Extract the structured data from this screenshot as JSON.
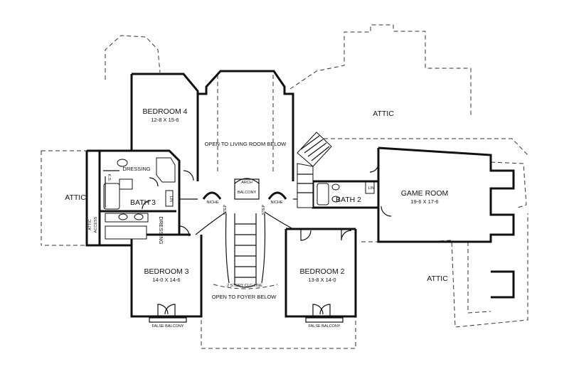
{
  "rooms": {
    "bedroom4": {
      "name": "BEDROOM 4",
      "size": "12-8 X 15-6"
    },
    "bedroom3": {
      "name": "BEDROOM 3",
      "size": "14-0 X 14-6"
    },
    "bedroom2": {
      "name": "BEDROOM 2",
      "size": "13-8 X 14-0"
    },
    "game_room": {
      "name": "GAME ROOM",
      "size": "19-6 X 17-6"
    },
    "bath2": "BATH 2",
    "bath3": "BATH 3",
    "dressing_upper": "DRESSING",
    "dressing_lower": "DRESSING",
    "ks": "K.S.",
    "lin": "LIN"
  },
  "labels": {
    "attic_top": "ATTIC",
    "attic_left": "ATTIC",
    "attic_right": "ATTIC",
    "attic_small": "ATTIC",
    "access": "ACCESS",
    "open_living": "OPEN TO LIVING ROOM BELOW",
    "open_foyer": "OPEN TO FOYER BELOW",
    "balcony": "BALCONY",
    "arch": "ARCH",
    "niche_left": "NICHE",
    "niche_right": "NICHE",
    "story_line": "2 STORY CLG LINE",
    "false_balcony_left": "FALSE BALCONY",
    "false_balcony_right": "FALSE BALCONY",
    "step_left": "STEP",
    "step_right": "STEP"
  }
}
